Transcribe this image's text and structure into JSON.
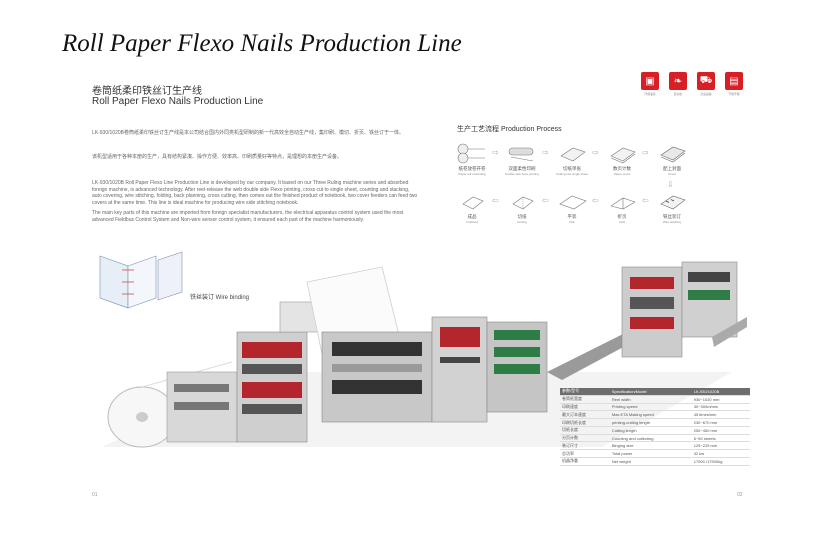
{
  "headline": "Roll Paper Flexo Nails Production Line",
  "brochure": {
    "title_cn": "卷筒纸柔印铁丝订生产线",
    "title_en": "Roll Paper Flexo Nails Production Line",
    "para_cn_1": "LK-930/1020B卷筒纸柔印铁丝订生产线是本公司结合国内外同类机型研制的新一代高效全自动生产线，集印刷、模切、折页、铁丝订于一体。",
    "para_cn_2": "该机型适用于各种本册的生产，具有结构紧凑、操作方便、效率高、印刷质量好等特点，是理想的本册生产设备。",
    "para_en_1": "LK-930/1020B Roll Paper Flexo Line Production Line is developed by our company. It based on our Three Ruling machine series and absorbed foreign machine, is advanced technology. After reel-release the web double side Flexo printing, cross cut to single sheet, counting and stacking, auto covering, wire stitching, folding, back planning, cross cutting, then comes out the finished product of notebook, two cover feeders can feed two covers at the same time. This line is ideal machine for producing wire side stitching notebook.",
    "para_en_2": "The main key parts of this machine are imported from foreign specialist manufacturers, the electrical apparatus control system used the most advanced Fieldbus Control System and Non-wire sensor control system, it ensured each part of the machine harmoniously.",
    "icon_captions": [
      "环保油墨",
      "自动化",
      "高速运输",
      "节能环保"
    ],
    "process_title": "生产工艺流程  Production Process",
    "process_steps": [
      {
        "cn": "纸卷放卷开卷",
        "en": "Paper roll unwinding"
      },
      {
        "cn": "双面柔性印刷",
        "en": "Double side flexo printing"
      },
      {
        "cn": "切纸单张",
        "en": "Cutting into single sheet"
      },
      {
        "cn": "数页计数",
        "en": "Paper count"
      },
      {
        "cn": "配上封面",
        "en": "Cover"
      },
      {
        "cn": "铁丝装订",
        "en": "Wire stitching"
      },
      {
        "cn": "折页",
        "en": "Fold"
      },
      {
        "cn": "平装",
        "en": "Flat"
      },
      {
        "cn": "切纸",
        "en": "Cutting"
      },
      {
        "cn": "成品",
        "en": "Finished"
      }
    ],
    "wire_label": "铁丝装订  Wire binding",
    "spec_header": [
      "参数/型号",
      "Specification/Model",
      "LK-930/1020B"
    ],
    "specs": [
      [
        "卷筒纸宽度",
        "Reel width",
        "930~1020 mm"
      ],
      [
        "印刷速度",
        "Printing speed",
        "30~300m/min"
      ],
      [
        "最大订本速度",
        "Max.ETA Making speed",
        "45 times/min"
      ],
      [
        "印刷切纸长度",
        "printing-cutting length",
        "230~670 mm"
      ],
      [
        "切纸长度",
        "Cutting length",
        "250~450 mm"
      ],
      [
        "分页计数",
        "Counting and collecting",
        "6~50 sheets"
      ],
      [
        "装订尺寸",
        "Binging size",
        "125~225 mm"
      ],
      [
        "总功率",
        "Total power",
        "32 kw"
      ],
      [
        "机器净重",
        "Net weight",
        "17000 /17500kg"
      ]
    ],
    "page_left": "01",
    "page_right": "02"
  }
}
